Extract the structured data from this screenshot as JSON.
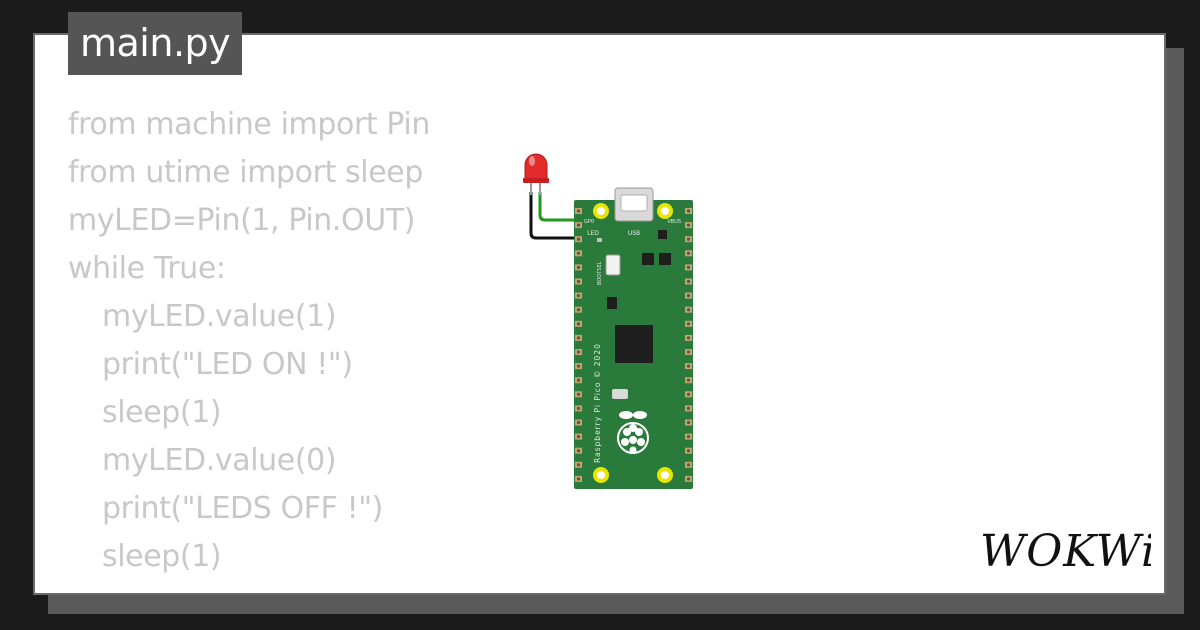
{
  "editor": {
    "file_tab": "main.py",
    "code_lines": [
      {
        "text": "from machine import Pin",
        "indent": false
      },
      {
        "text": "from utime import sleep",
        "indent": false
      },
      {
        "text": "myLED=Pin(1, Pin.OUT)",
        "indent": false
      },
      {
        "text": "while True:",
        "indent": false
      },
      {
        "text": "myLED.value(1)",
        "indent": true
      },
      {
        "text": "print(\"LED ON !\")",
        "indent": true
      },
      {
        "text": "sleep(1)",
        "indent": true
      },
      {
        "text": "myLED.value(0)",
        "indent": true
      },
      {
        "text": "print(\"LEDS OFF !\")",
        "indent": true
      },
      {
        "text": "sleep(1)",
        "indent": true
      }
    ]
  },
  "board": {
    "name": "Raspberry Pi Pico",
    "silkscreen": "Raspberry Pi Pico © 2020",
    "usb_label": "USB",
    "led_label": "LED",
    "bootsel_label": "BOOTSEL",
    "pin_label_left": "GP0",
    "pin_label_right": "VBUS",
    "pcb_color": "#2a7a3b"
  },
  "led": {
    "color": "#e32b2b"
  },
  "wires": {
    "anode_color": "#1f9a1f",
    "cathode_color": "#111111"
  },
  "brand": {
    "logo_text": "WOKWi"
  },
  "colors": {
    "background": "#1b1b1b",
    "card": "#ffffff",
    "tab_bg": "#555555",
    "code_text": "#c8c8c8"
  }
}
